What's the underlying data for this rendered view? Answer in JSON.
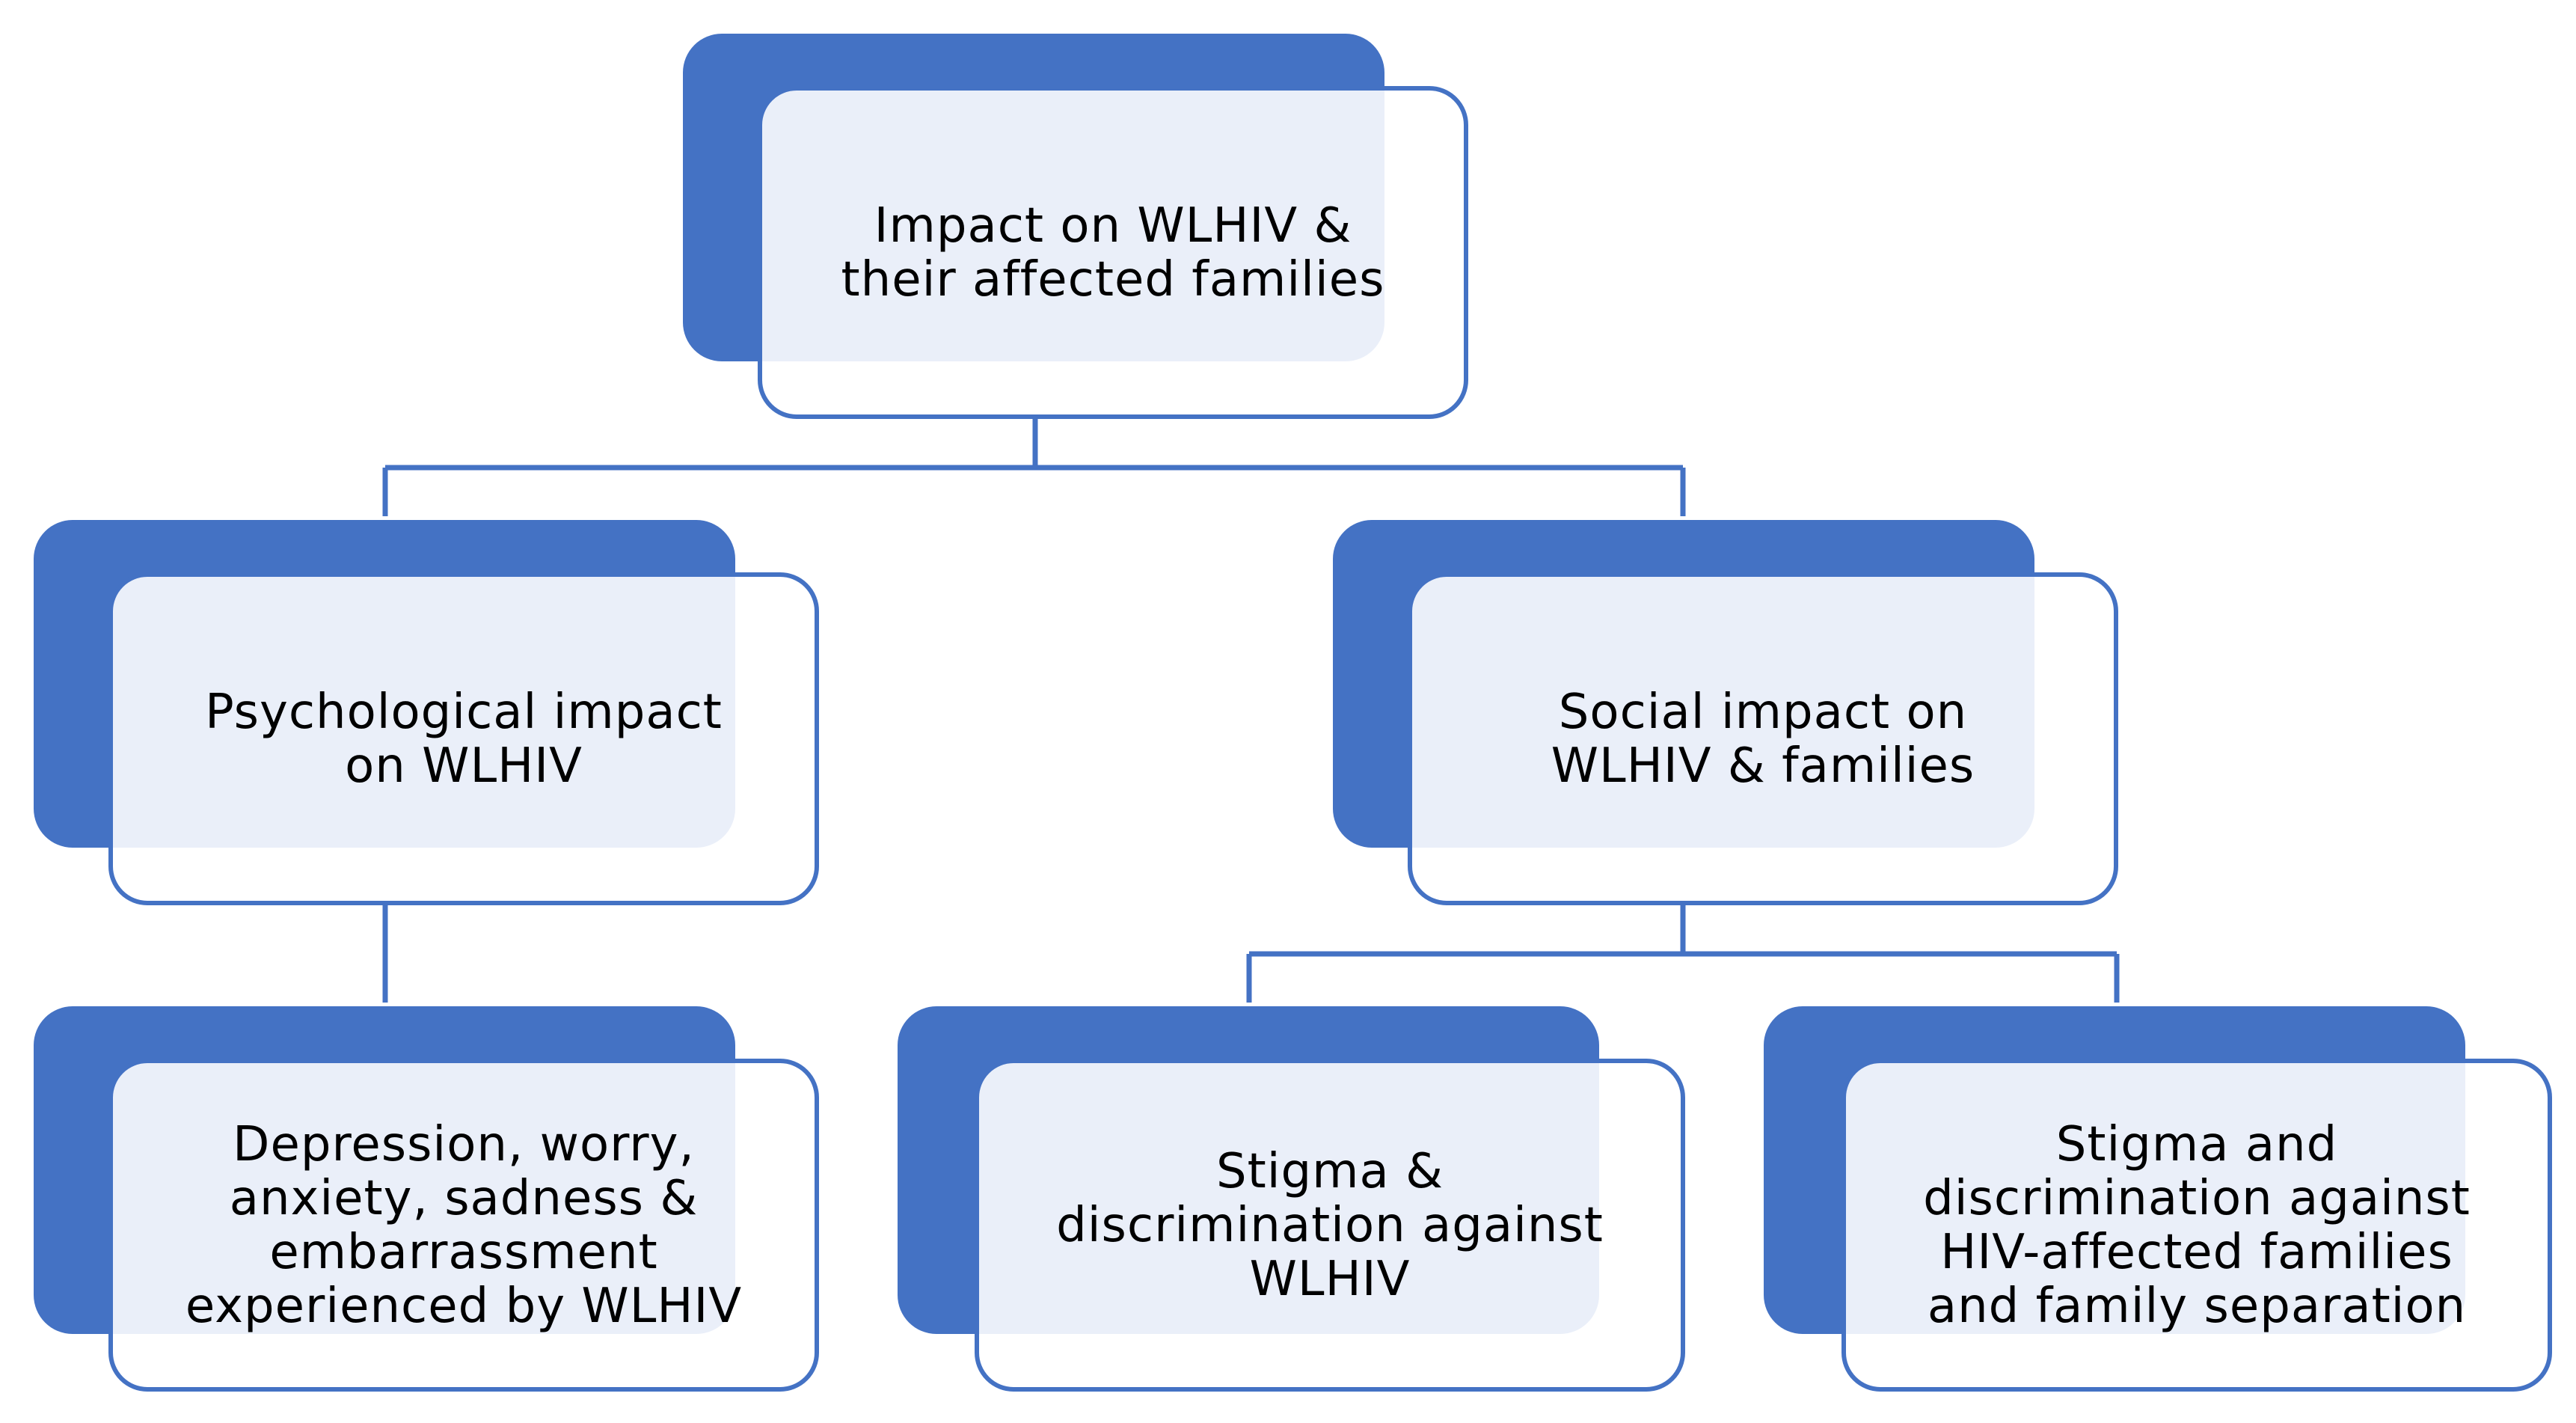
{
  "colors": {
    "accent": "#4472c4",
    "card_fill": "#edf1f9",
    "text": "#000000"
  },
  "nodes": {
    "root": {
      "text": "Impact on WLHIV &\ntheir affected families"
    },
    "psychological": {
      "text": "Psychological impact\non WLHIV"
    },
    "social": {
      "text": "Social impact on\nWLHIV & families"
    },
    "depression": {
      "text": "Depression, worry,\nanxiety, sadness &\nembarrassment\nexperienced by WLHIV"
    },
    "stigma_wlhiv": {
      "text": "Stigma &\ndiscrimination against\nWLHIV"
    },
    "stigma_families": {
      "text": "Stigma and\ndiscrimination against\nHIV-affected families\nand family separation"
    }
  },
  "edges": [
    {
      "from": "root",
      "to": "psychological"
    },
    {
      "from": "root",
      "to": "social"
    },
    {
      "from": "psychological",
      "to": "depression"
    },
    {
      "from": "social",
      "to": "stigma_wlhiv"
    },
    {
      "from": "social",
      "to": "stigma_families"
    }
  ]
}
